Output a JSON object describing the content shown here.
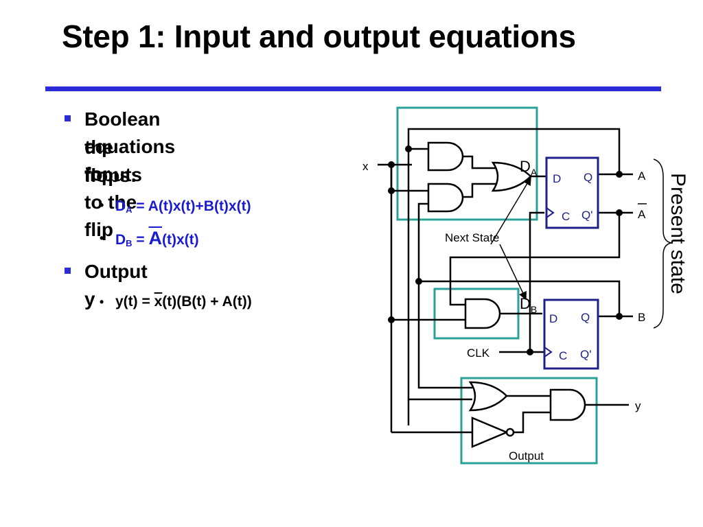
{
  "slide": {
    "title": "Step 1: Input and output equations"
  },
  "bullets": {
    "b1": {
      "line1": "Boolean equations for",
      "line2": "the inputs to the flip",
      "line3": "flops:"
    },
    "da": {
      "lhs": "D",
      "sub": "A",
      "rhs": " = A(t)x(t)+B(t)x(t)"
    },
    "db": {
      "lhs": "D",
      "sub": "B",
      "eq": " = ",
      "bar": "A",
      "rest": "(t)x(t)"
    },
    "b2": {
      "label": "Output y"
    },
    "y": {
      "pre": "y(t) = ",
      "bar": "x",
      "rest": "(t)(B(t) + A(t))"
    }
  },
  "circuit": {
    "x_label": "x",
    "dff_a": {
      "d": "D",
      "q": "Q",
      "c": "C",
      "qn": "Q'"
    },
    "dff_b": {
      "d": "D",
      "q": "Q",
      "c": "C",
      "qn": "Q'"
    },
    "da_label": "D",
    "da_sub": "A",
    "db_label": "D",
    "db_sub": "B",
    "out_a": "A",
    "out_a_bar": "A",
    "out_b": "B",
    "next_state": "Next State",
    "clk": "CLK",
    "y": "y",
    "output": "Output",
    "present_state": "Present state"
  },
  "colors": {
    "accent_blue": "#2b2bd8",
    "teal": "#2aa198",
    "dff_border": "#20208a",
    "equation_blue": "#1a1ad0"
  }
}
